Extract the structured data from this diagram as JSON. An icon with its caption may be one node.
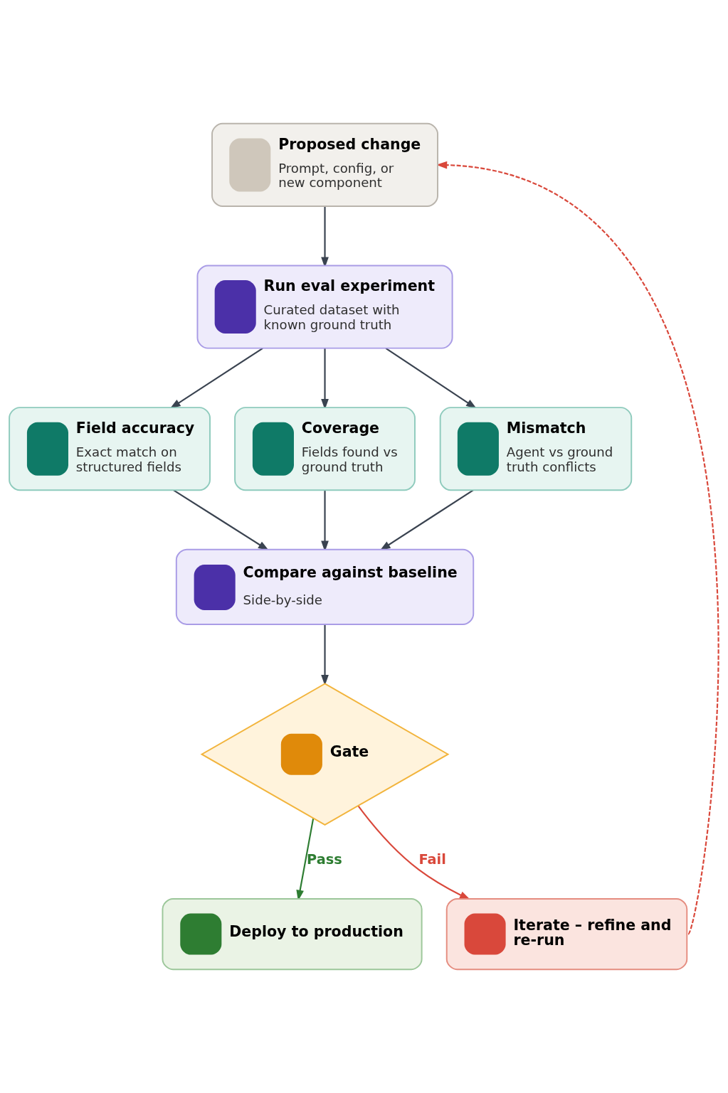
{
  "diagram": {
    "nodes": [
      {
        "text": [
          "Proposed change",
          "Prompt, config, or new component"
        ]
      },
      {
        "text": [
          "Run eval experiment",
          "Curated dataset with known ground truth"
        ]
      },
      {
        "text": [
          "Field accuracy",
          "Exact match on structured fields"
        ]
      },
      {
        "text": [
          "Coverage",
          "Fields found vs ground truth"
        ]
      },
      {
        "text": [
          "Mismatch",
          "Agent vs ground truth conflicts"
        ]
      },
      {
        "text": [
          "Compare against baseline",
          "Side-by-side"
        ]
      },
      {
        "text": [
          "Gate"
        ]
      },
      {
        "text": [
          "Deploy to production"
        ]
      },
      {
        "text": [
          "Iterate – refine and re-run"
        ]
      }
    ],
    "edges": [
      {
        "from": 0,
        "to": 1,
        "arrow": "to"
      },
      {
        "from": 1,
        "to": 2,
        "arrow": "to"
      },
      {
        "from": 1,
        "to": 3,
        "arrow": "to"
      },
      {
        "from": 1,
        "to": 4,
        "arrow": "to"
      },
      {
        "from": 2,
        "to": 5,
        "arrow": "to"
      },
      {
        "from": 3,
        "to": 5,
        "arrow": "to"
      },
      {
        "from": 4,
        "to": 5,
        "arrow": "to"
      },
      {
        "from": 5,
        "to": 6,
        "arrow": "to"
      },
      {
        "from": 6,
        "to": 7,
        "arrow": "to",
        "label": "Pass",
        "color": "#2e7d32"
      },
      {
        "from": 6,
        "to": 8,
        "arrow": "to",
        "label": "Fail",
        "color": "#d9483b"
      },
      {
        "from": 8,
        "to": 0,
        "arrow": "to",
        "style": "dashed",
        "color": "#d9483b"
      }
    ]
  }
}
